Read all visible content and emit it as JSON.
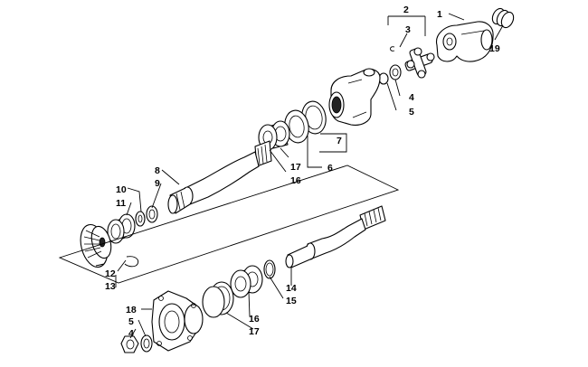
{
  "callouts": {
    "c1": "1",
    "c2": "2",
    "c3": "3",
    "c19": "19",
    "c4_top": "4",
    "c5_top": "5",
    "c7": "7",
    "c6": "6",
    "c17_top": "17",
    "c16_top": "16",
    "c8": "8",
    "c10": "10",
    "c9": "9",
    "c11": "11",
    "c12": "12",
    "c13": "13",
    "c14": "14",
    "c15": "15",
    "c16_bottom": "16",
    "c17_bottom": "17",
    "c18": "18",
    "c5_bottom": "5",
    "c4_bottom": "4"
  }
}
